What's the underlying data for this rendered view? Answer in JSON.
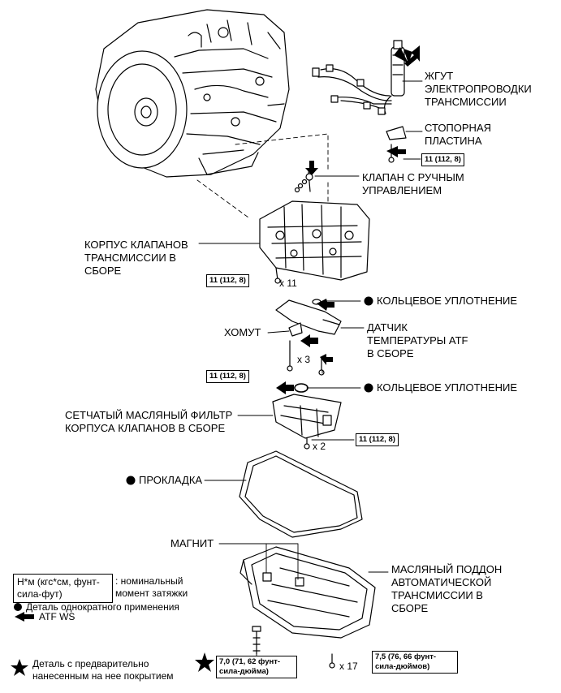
{
  "labels": {
    "harness": [
      "ЖГУТ",
      "ЭЛЕКТРОПРОВОДКИ",
      "ТРАНСМИССИИ"
    ],
    "stopper_plate": [
      "СТОПОРНАЯ",
      "ПЛАСТИНА"
    ],
    "manual_valve": [
      "КЛАПАН С РУЧНЫМ",
      "УПРАВЛЕНИЕМ"
    ],
    "valve_body": [
      "КОРПУС КЛАПАНОВ",
      "ТРАНСМИССИИ В",
      "СБОРЕ"
    ],
    "o_ring_1": "КОЛЬЦЕВОЕ УПЛОТНЕНИЕ",
    "temp_sensor": [
      "ДАТЧИК",
      "ТЕМПЕРАТУРЫ ATF",
      "В СБОРЕ"
    ],
    "clamp": "ХОМУТ",
    "o_ring_2": "КОЛЬЦЕВОЕ УПЛОТНЕНИЕ",
    "strainer": [
      "СЕТЧАТЫЙ МАСЛЯНЫЙ ФИЛЬТР",
      "КОРПУСА КЛАПАНОВ В СБОРЕ"
    ],
    "gasket": "ПРОКЛАДКА",
    "magnet": "МАГНИТ",
    "oil_pan": [
      "МАСЛЯНЫЙ ПОДДОН",
      "АВТОМАТИЧЕСКОЙ",
      "ТРАНСМИССИИ В",
      "СБОРЕ"
    ]
  },
  "torques": {
    "t1": "11 (112, 8)",
    "t2": "11 (112, 8)",
    "t3": "11 (112, 8)",
    "t4": "11 (112, 8)",
    "t5": [
      "7,0 (71, 62 фунт-",
      "сила-дюйма)"
    ],
    "t6": [
      "7,5 (76, 66 фунт-",
      "сила-дюймов)"
    ]
  },
  "multipliers": {
    "m1": "x 11",
    "m2": "x 3",
    "m3": "x 2",
    "m4": "x 17"
  },
  "legend": {
    "unit_box": [
      "Н*м (кгс*см, фунт-",
      "сила-фут)"
    ],
    "unit_desc": [
      ": номинальный",
      "момент затяжки"
    ],
    "single_use": "Деталь однократного применения",
    "atf": "ATF WS",
    "precoated": [
      "Деталь с предварительно",
      "нанесенным на нее покрытием"
    ]
  }
}
